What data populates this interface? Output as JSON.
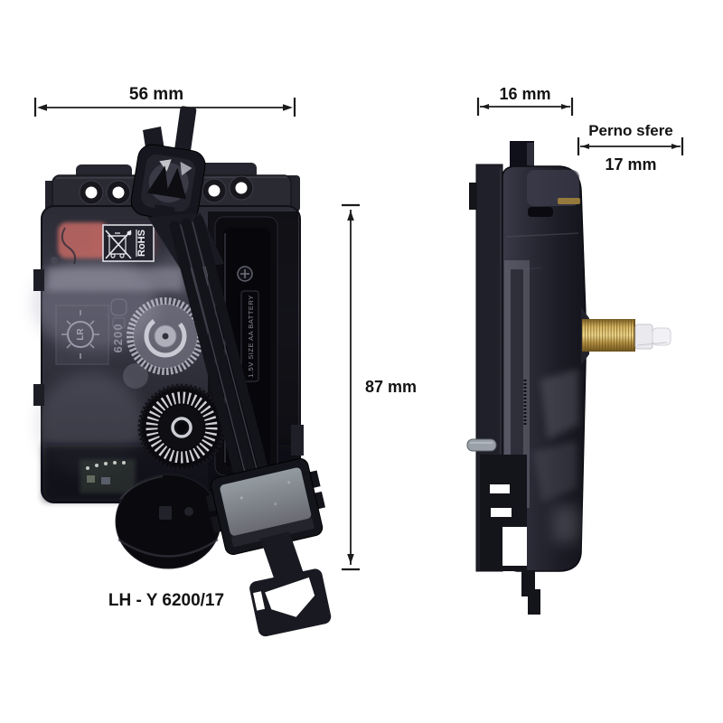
{
  "page": {
    "background": "#ffffff"
  },
  "dimensions": {
    "front_width": "56 mm",
    "front_height": "87 mm",
    "side_width": "16 mm",
    "shaft_title": "Perno sfere",
    "shaft_length": "17 mm"
  },
  "model_label": "LH - Y 6200/17",
  "markings": {
    "rohs": "RoHS",
    "emboss_model": "6200",
    "battery": "1.5V SIZE AA BATTERY",
    "regulator": "LR"
  },
  "colors": {
    "annotation": "#1b1b1b",
    "case_dark": "#26262f",
    "brass": "#c4a050",
    "shaft_tip": "#efeff3",
    "magnet_face": "#84848c",
    "pink_reflection": "#bc6662"
  }
}
